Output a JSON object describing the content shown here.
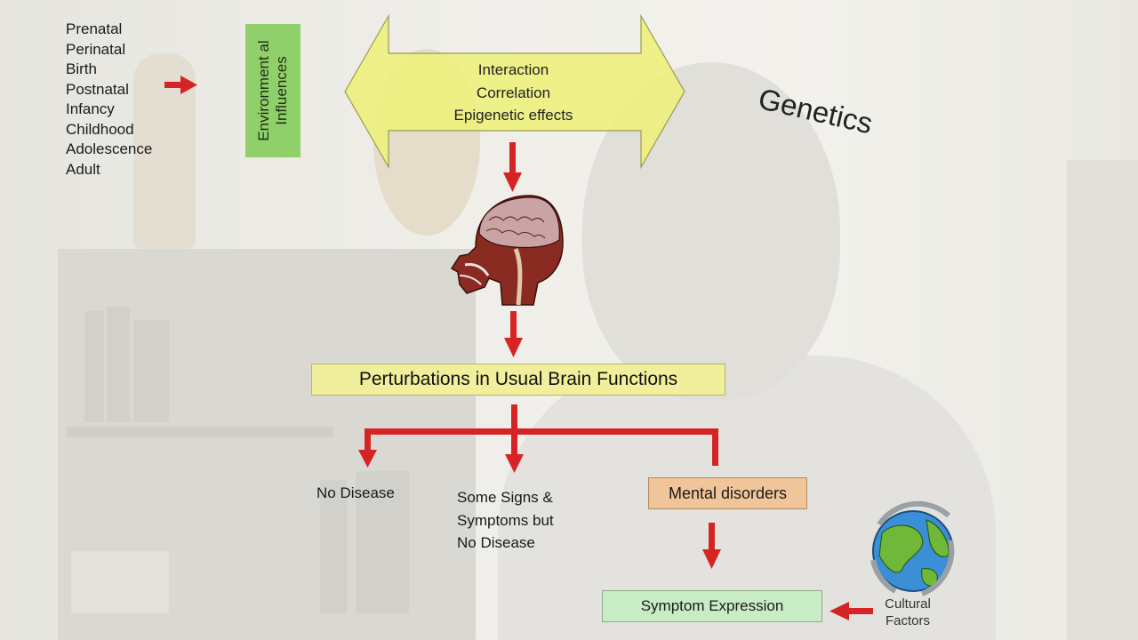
{
  "life_stages": [
    "Prenatal",
    "Perinatal",
    "Birth",
    "Postnatal",
    "Infancy",
    "Childhood",
    "Adolescence",
    "Adult"
  ],
  "environmental_influences": "Environment al Influences",
  "gene_environment": {
    "line1": "Interaction",
    "line2": "Correlation",
    "line3": "Epigenetic effects"
  },
  "genetics_label": "Genetics",
  "perturbations_label": "Perturbations in Usual Brain Functions",
  "outcomes": {
    "no_disease": "No Disease",
    "some_signs_line1": "Some Signs &",
    "some_signs_line2": "Symptoms but",
    "some_signs_line3": "No Disease",
    "mental_disorders": "Mental disorders"
  },
  "symptom_expression": "Symptom Expression",
  "cultural_factors": {
    "line1": "Cultural",
    "line2": "Factors"
  },
  "colors": {
    "arrow_red": "#d62424",
    "double_arrow_fill": "#eef07a",
    "env_box": "#8fd06a",
    "perturb_box": "#f1ef9c",
    "mental_box": "#f0c59a",
    "symptom_box": "#c8ecc4"
  },
  "icons": [
    "brain-head-icon",
    "globe-icon"
  ]
}
